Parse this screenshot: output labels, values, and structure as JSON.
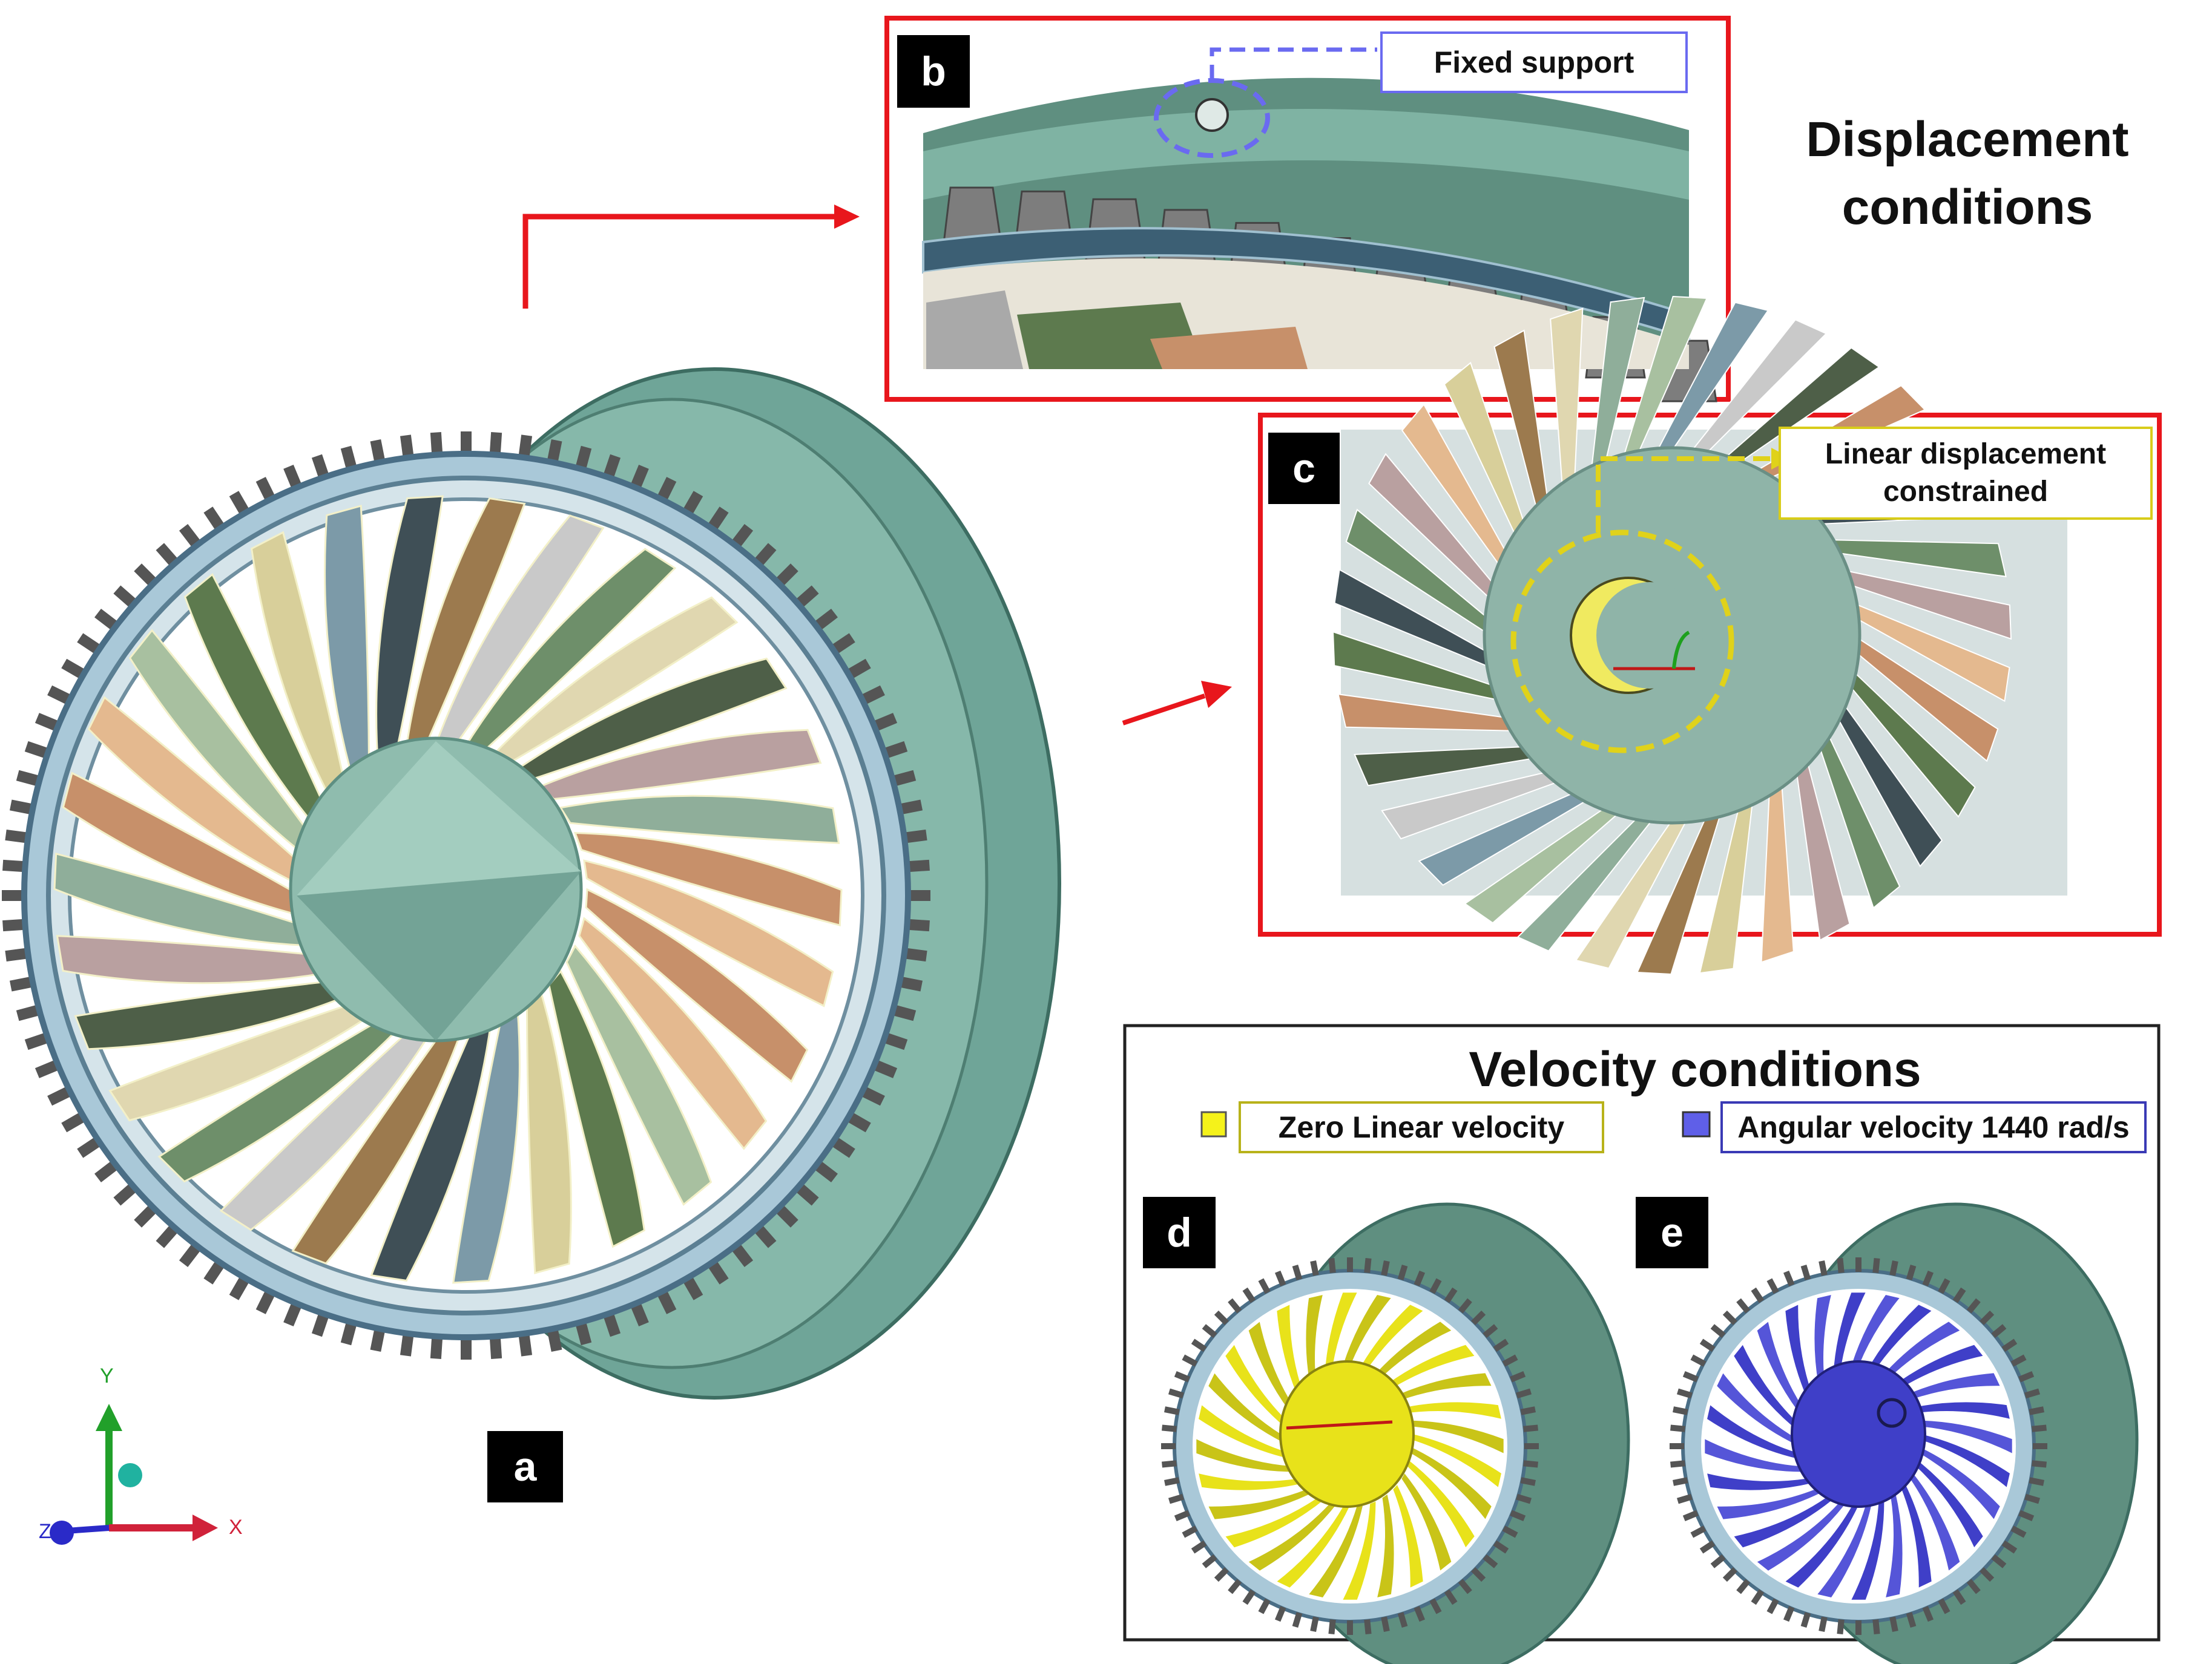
{
  "panels": {
    "a": {
      "label": "a"
    },
    "b": {
      "label": "b",
      "callout": "Fixed support"
    },
    "c": {
      "label": "c",
      "callout_line1": "Linear displacement",
      "callout_line2": "constrained"
    },
    "d": {
      "label": "d"
    },
    "e": {
      "label": "e"
    }
  },
  "displacement_heading": {
    "line1": "Displacement",
    "line2": "conditions"
  },
  "velocity": {
    "heading": "Velocity conditions",
    "legend": [
      {
        "label": "Zero Linear velocity",
        "color": "#f5f21a",
        "border": "#b8b21a"
      },
      {
        "label": "Angular velocity 1440 rad/s",
        "color": "#5f5fe8",
        "border": "#3a3ab5"
      }
    ]
  },
  "axes": {
    "y": "Y",
    "x": "X",
    "z": "Z"
  },
  "colors": {
    "frame_red": "#e8161c",
    "housing": "#6fa598",
    "hub": "#8fbcae",
    "blade_yellow": "#e8e21a",
    "blade_blue": "#3f3fc8"
  }
}
